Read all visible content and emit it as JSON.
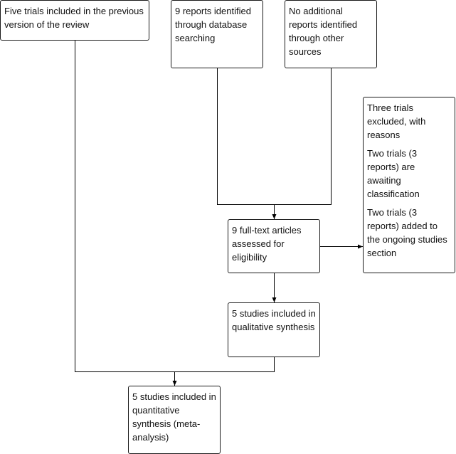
{
  "flowchart": {
    "previous_version": "Five trials included in the previous version of the review",
    "database_search": "9 reports identified through database searching",
    "other_sources": "No additional reports identified through other sources",
    "full_text": "9 full-text articles assessed for eligibility",
    "excluded": {
      "line1": "Three trials excluded, with reasons",
      "line2": "Two trials (3 reports) are awaiting classification",
      "line3": "Two trials (3 reports) added to the ongoing studies section"
    },
    "qualitative": "5 studies included in qualitative synthesis",
    "quantitative": "5 studies included in quantitative synthesis (meta-analysis)"
  }
}
